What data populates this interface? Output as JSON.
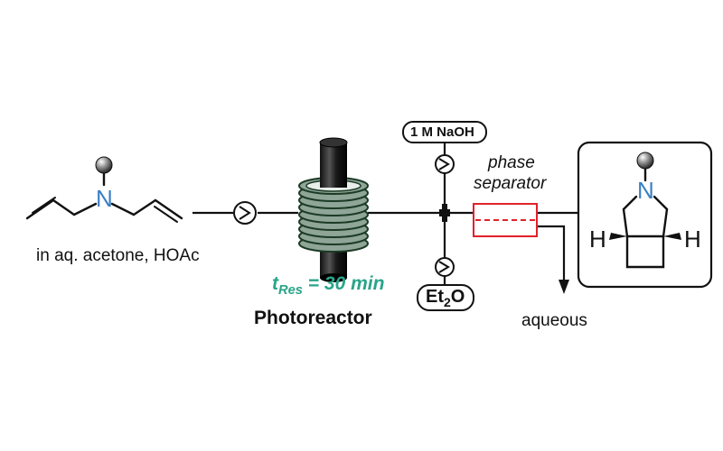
{
  "colors": {
    "nitrogen": "#3b7fc4",
    "residence_time": "#2aa48a",
    "separator": "#e0222a",
    "line": "#111111"
  },
  "reagents": {
    "starting_conditions": "in aq. acetone, HOAc",
    "base": "1 M NaOH",
    "solvent_main": "Et",
    "solvent_sub": "2",
    "solvent_tail": "O"
  },
  "photoreactor": {
    "label": "Photoreactor",
    "residence_t": "t",
    "residence_sub": "Res",
    "residence_value": " = 30 min"
  },
  "separator": {
    "line1": "phase",
    "line2": "separator",
    "output": "aqueous"
  },
  "atoms": {
    "n_start": "N",
    "n_product": "N",
    "h_left": "H",
    "h_right": "H"
  },
  "icons": [
    "pump-icon",
    "coil-reactor-icon",
    "t-mixer-icon",
    "phase-separator-icon",
    "solid-support-sphere-icon"
  ]
}
